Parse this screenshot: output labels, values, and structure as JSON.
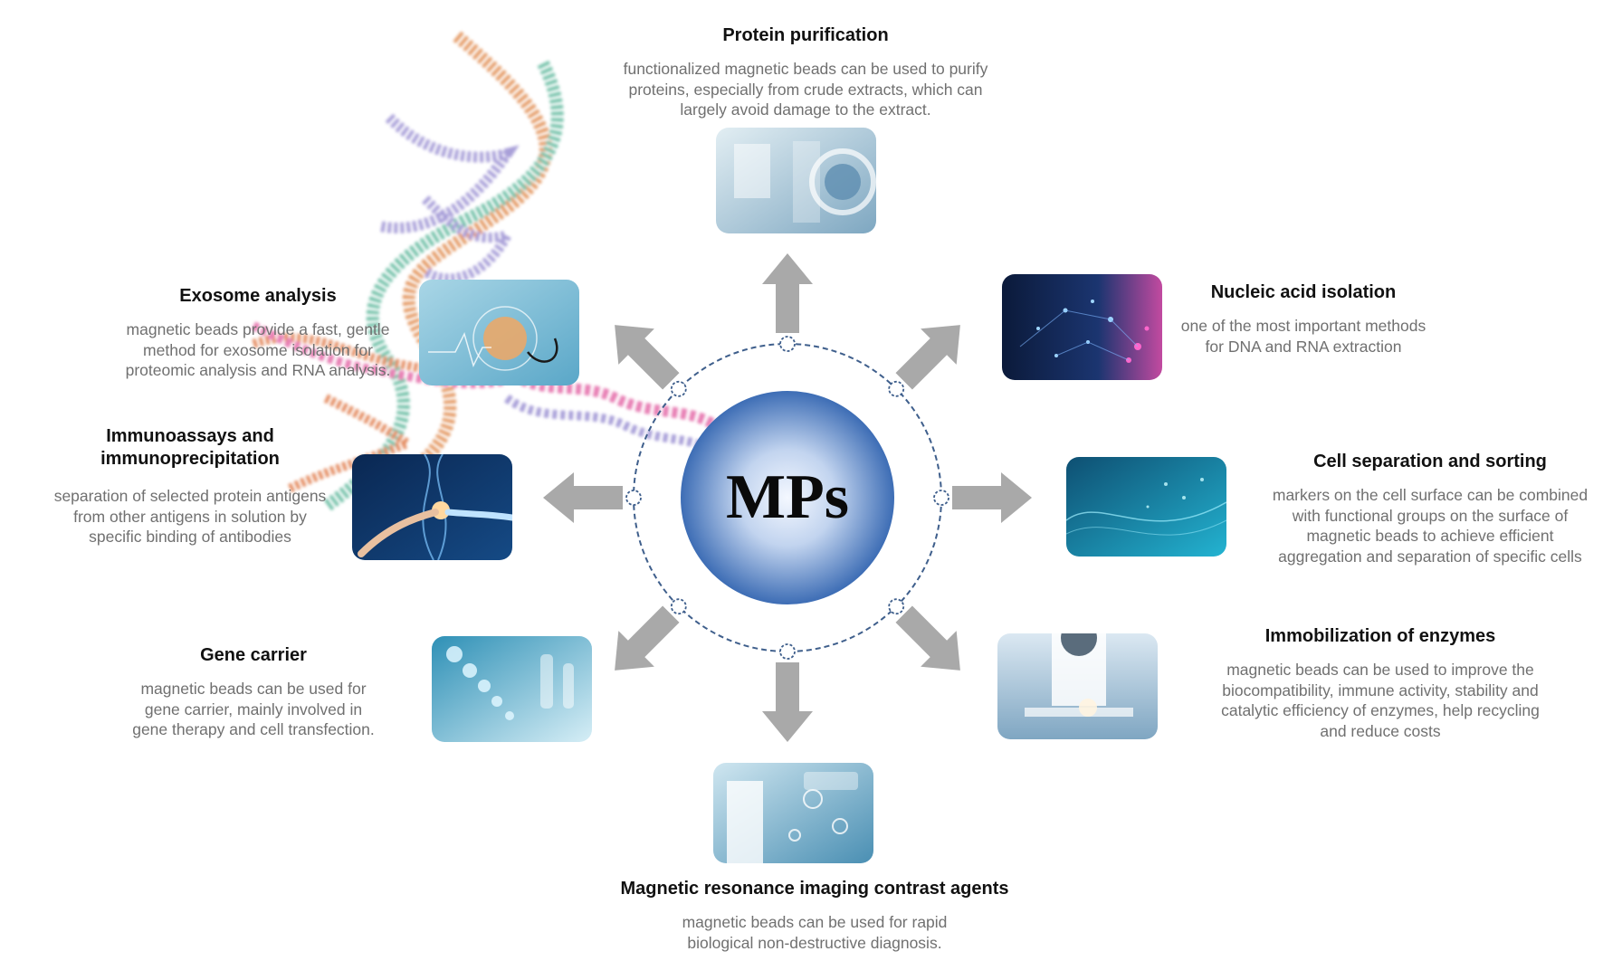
{
  "center": {
    "label": "MPs"
  },
  "colors": {
    "arrow": "#a9a9a9",
    "ring": "#3f5f8c",
    "sphere_light": "#f4f8ff",
    "sphere_dark": "#3d6db5",
    "title": "#111111",
    "description": "#707070"
  },
  "applications": [
    {
      "id": "protein-purification",
      "title": "Protein purification",
      "description": [
        "functionalized magnetic beads can be used to purify",
        "proteins, especially from crude extracts, which can",
        "largely avoid damage to the extract."
      ]
    },
    {
      "id": "nucleic-acid-isolation",
      "title": "Nucleic acid isolation",
      "description": [
        "one of the most important methods",
        "for DNA and RNA extraction"
      ]
    },
    {
      "id": "cell-separation",
      "title": "Cell separation and sorting",
      "description": [
        "markers on the cell surface can be combined",
        "with functional groups on the surface of",
        "magnetic beads to achieve efficient",
        "aggregation and separation of specific cells"
      ]
    },
    {
      "id": "immobilization-of-enzymes",
      "title": "Immobilization of enzymes",
      "description": [
        "magnetic beads can be used to improve the",
        "biocompatibility, immune activity, stability and",
        "catalytic efficiency of enzymes, help recycling",
        "and reduce costs"
      ]
    },
    {
      "id": "mri-contrast-agents",
      "title": "Magnetic resonance imaging contrast agents",
      "description": [
        "magnetic beads can be used for rapid",
        "biological non-destructive diagnosis."
      ]
    },
    {
      "id": "gene-carrier",
      "title": "Gene carrier",
      "description": [
        "magnetic beads can be used for",
        "gene carrier, mainly involved in",
        "gene therapy and cell transfection."
      ]
    },
    {
      "id": "immunoassays",
      "title": [
        "Immunoassays and",
        "immunoprecipitation"
      ],
      "description": [
        "separation of selected protein antigens",
        "from other antigens in solution by",
        "specific binding of antibodies"
      ]
    },
    {
      "id": "exosome-analysis",
      "title": "Exosome analysis",
      "description": [
        "magnetic beads provide a fast, gentle",
        "method for exosome isolation for",
        "proteomic analysis and RNA analysis."
      ]
    }
  ]
}
